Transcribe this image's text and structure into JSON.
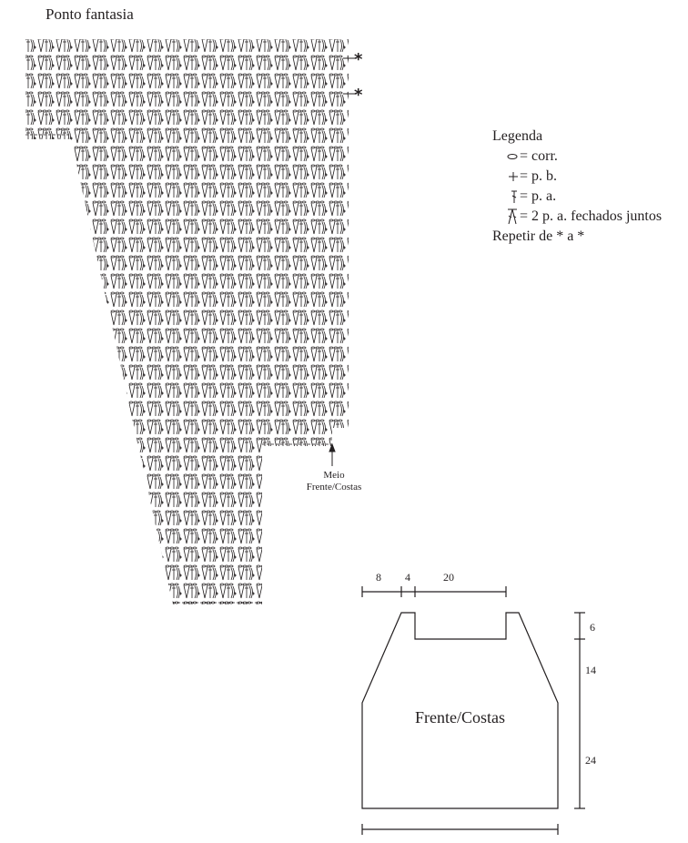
{
  "chart_title": "Ponto fantasia",
  "legend": {
    "title": "Legenda",
    "items": [
      {
        "icon": "chain-oval-icon",
        "text": "= corr."
      },
      {
        "icon": "plus-icon",
        "text": "= p. b."
      },
      {
        "icon": "treble-stitch-icon",
        "text": "= p. a."
      },
      {
        "icon": "two-treble-cluster-icon",
        "text": "= 2 p. a. fechados juntos"
      }
    ],
    "repeat_note": "Repetir de * a *"
  },
  "repeat_marker": "*",
  "center_marker": {
    "line1": "Meio",
    "line2": "Frente/Costas"
  },
  "schematic": {
    "title": "Frente/Costas",
    "top_dims": [
      "8",
      "4",
      "20"
    ],
    "side_dims": [
      "6",
      "14",
      "24"
    ]
  },
  "colors": {
    "ink": "#231f20",
    "background": "#ffffff"
  }
}
